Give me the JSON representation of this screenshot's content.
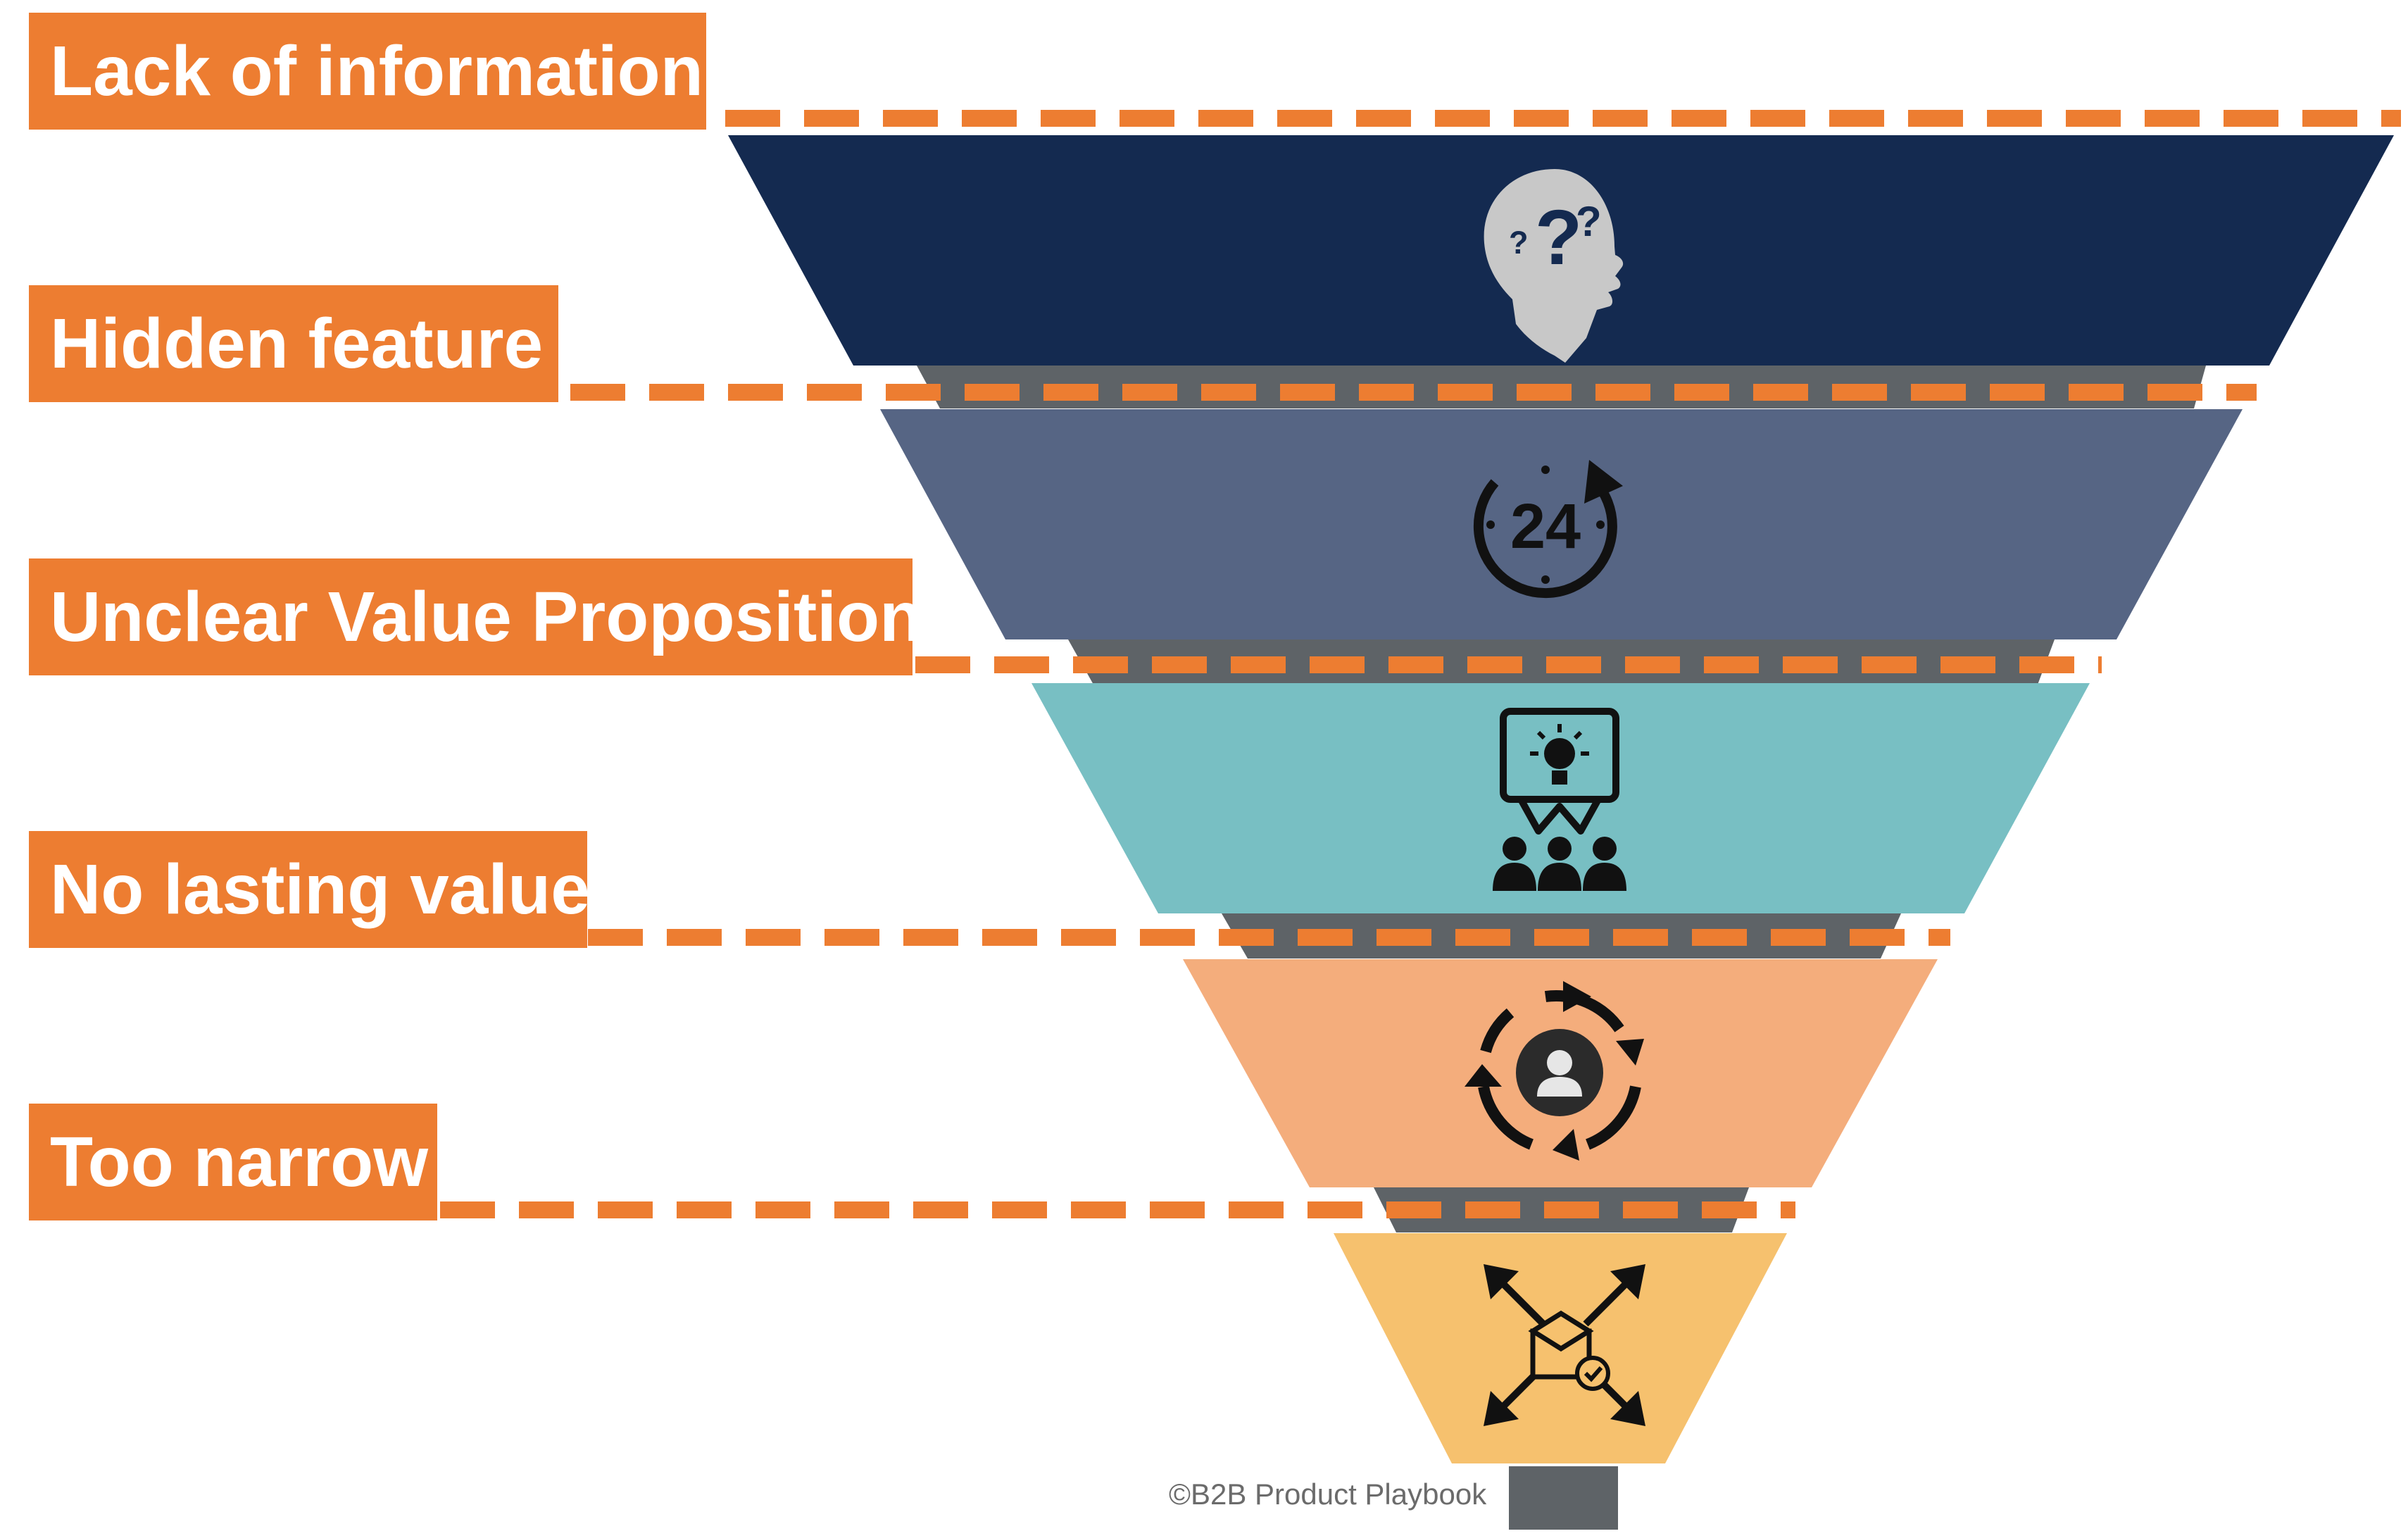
{
  "stages": [
    {
      "label": "Lack of information",
      "color": "#142A50",
      "icon": "head-question-icon"
    },
    {
      "label": "Hidden feature",
      "color": "#566584",
      "icon": "clock-24-icon"
    },
    {
      "label": "Unclear Value Proposition",
      "color": "#78BFC3",
      "icon": "presentation-audience-icon"
    },
    {
      "label": "No lasting value",
      "color": "#F4AD7C",
      "icon": "user-cycle-icon"
    },
    {
      "label": "Too narrow",
      "color": "#F6C16E",
      "icon": "box-expand-icon"
    }
  ],
  "colors": {
    "accent": "#ED7D31",
    "connector": "#5E6367"
  },
  "credit": "©B2B Product Playbook"
}
